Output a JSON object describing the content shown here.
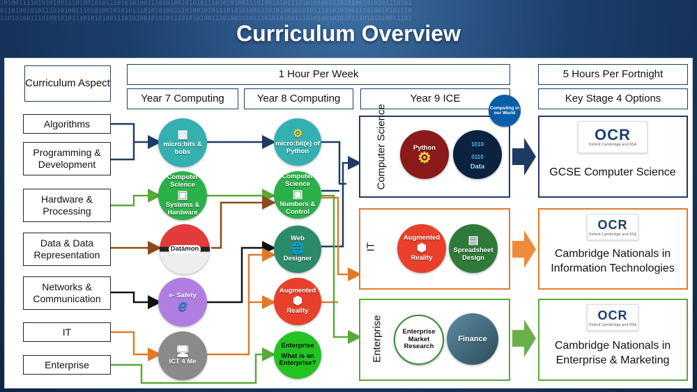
{
  "title": "Curriculum Overview",
  "headers": {
    "aspect": "Curriculum Aspect",
    "one_hour": "1 Hour Per Week",
    "five_hours": "5 Hours Per Fortnight",
    "year7": "Year 7 Computing",
    "year8": "Year 8 Computing",
    "year9": "Year 9 ICE",
    "ks4": "Key Stage 4 Options"
  },
  "aspects": [
    "Algorithms",
    "Programming & Development",
    "Hardware & Processing",
    "Data & Data Representation",
    "Networks & Communication",
    "IT",
    "Enterprise"
  ],
  "year7": [
    {
      "label": "micro:bits & bobs",
      "color": "#35b0b0",
      "icon": "microbit-icon"
    },
    {
      "label_top": "Computer Science",
      "label_bottom": "Systems & Hardware",
      "color": "#2bb04a",
      "icon": "chip-icon"
    },
    {
      "label": "Datámon",
      "color": "#e23b3b",
      "icon": "pokeball-icon"
    },
    {
      "label": "e- Safety",
      "color": "#b07ee0",
      "icon": "browser-icon"
    },
    {
      "label": "ICT 4 Me",
      "color": "#8a8a8a",
      "icon": "computer-icon"
    }
  ],
  "year8": [
    {
      "label": "micro:bit(e) of Python",
      "color": "#35b0b0",
      "icon": "python-icon"
    },
    {
      "label_top": "Computer Science",
      "label_bottom": "Numbers & Control",
      "color": "#2bb04a",
      "icon": "chip-icon"
    },
    {
      "label_top": "Web",
      "label_bottom": "Designer",
      "color": "#2a8a6a",
      "icon": "globe-icon"
    },
    {
      "label_top": "Augmented",
      "label_bottom": "Reality",
      "color": "#e8402a",
      "icon": "cube-icon"
    },
    {
      "label_top": "Enterprise",
      "label_bottom": "What is an Enterprise?",
      "color": "#22c322",
      "icon": "briefcase-icon"
    }
  ],
  "year9": {
    "badge": "Computing in our World",
    "groups": [
      {
        "label": "Computer Science",
        "circles": [
          {
            "label": "Python",
            "color": "#8b1a1a"
          },
          {
            "label": "Data",
            "color": "#0b2240"
          }
        ],
        "border": "#1f3b63"
      },
      {
        "label": "IT",
        "circles": [
          {
            "label_top": "Augmented",
            "label_bottom": "Reality",
            "color": "#e8402a"
          },
          {
            "label": "Spreadsheet Design",
            "color": "#2f7a3a"
          }
        ],
        "border": "#e07a2a"
      },
      {
        "label": "Enterprise",
        "circles": [
          {
            "label": "Enterprise Market Research",
            "color": "#ffffff"
          },
          {
            "label": "Finance",
            "color": "#4a6c7a"
          }
        ],
        "border": "#5aa83a"
      }
    ]
  },
  "ks4": [
    {
      "logo": "OCR",
      "logo_sub": "Oxford Cambridge and RSA",
      "title": "GCSE Computer Science",
      "border": "#1f3b63",
      "arrow": "#1f3b63"
    },
    {
      "logo": "OCR",
      "logo_sub": "Oxford Cambridge and RSA",
      "title": "Cambridge Nationals in Information Technologies",
      "border": "#e07a2a",
      "arrow": "#ef8a3a"
    },
    {
      "logo": "OCR",
      "logo_sub": "Oxford Cambridge and RSA",
      "title": "Cambridge Nationals in Enterprise & Marketing",
      "border": "#5aa83a",
      "arrow": "#6ab04a"
    }
  ],
  "colors": {
    "navy": "#1f3b63",
    "green": "#5aa83a",
    "orange": "#e07a2a",
    "brown": "#8a4a1a",
    "black": "#111111"
  }
}
